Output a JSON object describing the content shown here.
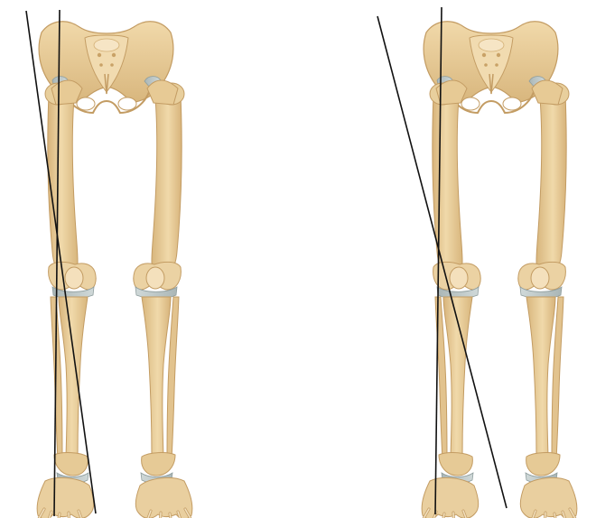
{
  "figure": {
    "panels": [
      {
        "id": "left",
        "subject": "pelvis-and-legs"
      },
      {
        "id": "right",
        "subject": "pelvis-and-legs"
      }
    ]
  },
  "colors": {
    "background": "#ffffff",
    "bone": "#ecd2a0",
    "bone_shadow": "#d7b37a",
    "bone_highlight": "#f7e7c6",
    "cartilage": "#b9c3c3",
    "cartilage_dark": "#97a6a6",
    "line": "#111111"
  }
}
